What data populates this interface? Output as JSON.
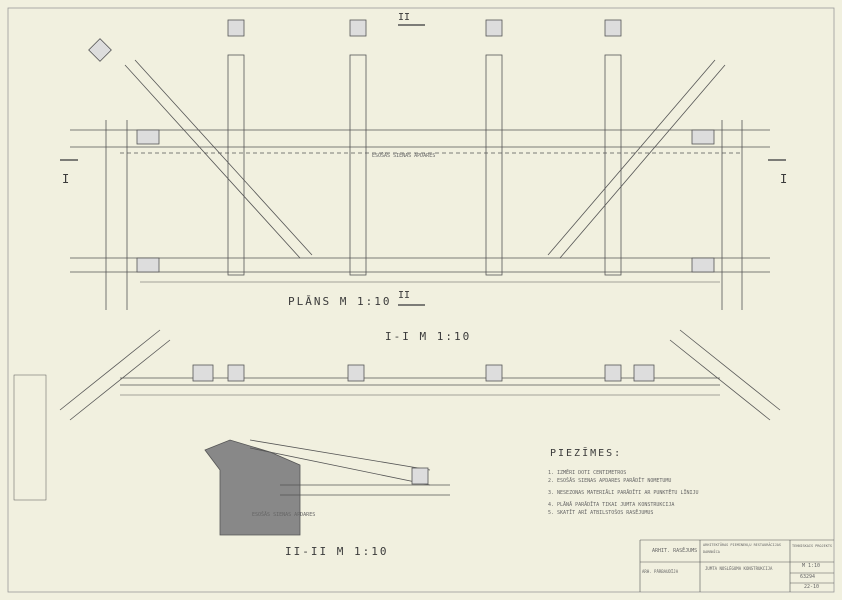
{
  "labels": {
    "plan": "PLĀNS M 1:10",
    "section_1": "I-I M 1:10",
    "section_2": "II-II M 1:10",
    "mark_1": "I",
    "mark_2": "II"
  },
  "notes": {
    "heading": "PIEZĪMES:",
    "items": [
      "1. IZMĒRI DOTI CENTIMETROS",
      "2. ESOŠĀS SIENAS APDARES PARĀDĪT NOMETUMU",
      "3. NESEZONAS MATERIĀLI PARĀDĪTI AR PUNKTĒTU LĪNIJU",
      "4. PLĀNĀ PARĀDĪTA TIKAI JUMTA KONSTRUKCIJA",
      "5. SKATĪT ARĪ ATBILSTOŠOS RASĒJUMUS"
    ]
  },
  "annotations": {
    "existing_wall": "ESOŠĀS SIENAS APDARES"
  },
  "title_block": {
    "author": "ARHIT. RASĒJUMS",
    "approved": "ARH. PĀRBAUDĪJA",
    "institution": "ARHITEKTŪRAS PIEMINEKĻU RESTAURĀCIJAS DARBNĪCA",
    "stage": "TEHNISKAIS PROJEKTS",
    "drawing_title": "JUMTA NOSLĒGUMA KONSTRUKCIJA",
    "scale": "M 1:10",
    "number": "63294",
    "sheet": "22-10"
  }
}
